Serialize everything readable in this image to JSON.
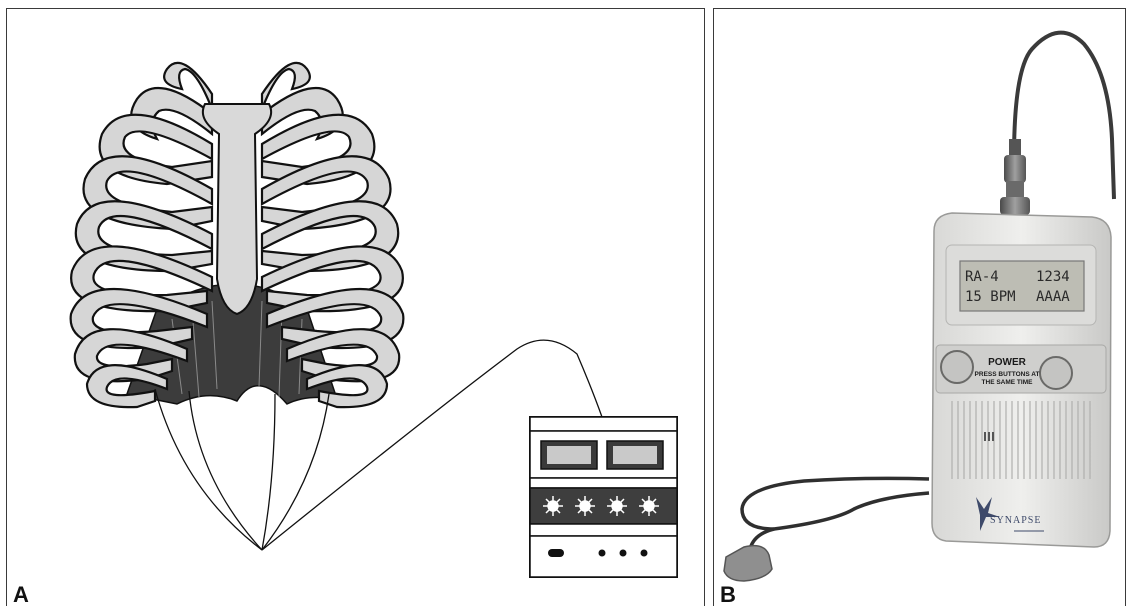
{
  "panels": [
    {
      "label": "A"
    },
    {
      "label": "B"
    }
  ],
  "device": {
    "display_line1_left": "RA-4",
    "display_line1_right": "1234",
    "display_line2_left": "15 BPM",
    "display_line2_right": "AAAA",
    "power_label": "POWER",
    "power_instruction_1": "PRESS BUTTONS AT",
    "power_instruction_2": "THE SAME TIME",
    "brand": "SYNAPSE"
  },
  "colors": {
    "rib_fill": "#d6d6d6",
    "rib_outline": "#111111",
    "dark_shade": "#3c3c3c",
    "device_body": "#e9e9e7",
    "lcd": "#bdbdb4"
  }
}
